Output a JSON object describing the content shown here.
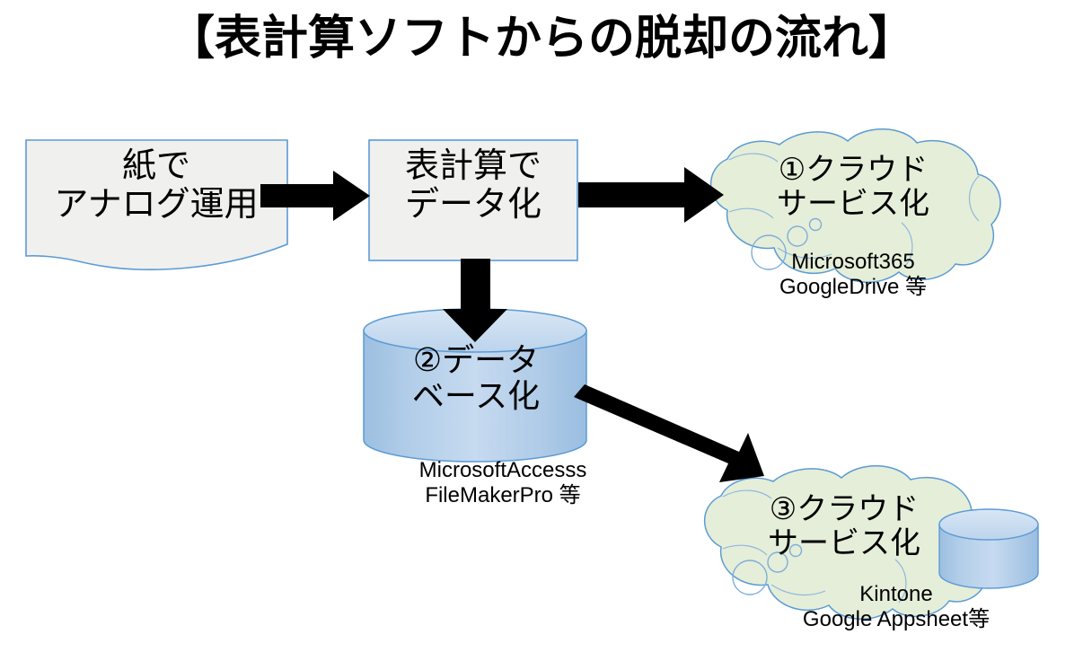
{
  "page": {
    "title": "【表計算ソフトからの脱却の流れ】",
    "background_color": "#ffffff"
  },
  "colors": {
    "shape_outline_blue": "#5b9bd5",
    "shape_fill_gray": "#f0f0ee",
    "cloud_fill_green": "#e5eed8",
    "cylinder_blue_dark": "#9ebfe0",
    "cylinder_blue_light": "#cfe0f2",
    "arrow_black": "#000000",
    "text_black": "#000000"
  },
  "nodes": {
    "paper": {
      "shape": "document",
      "line1": "紙で",
      "line2": "アナログ運用"
    },
    "spreadsheet": {
      "shape": "rectangle",
      "line1": "表計算で",
      "line2": "データ化"
    },
    "cloud1": {
      "shape": "cloud",
      "line1": "①クラウド",
      "line2": "サービス化",
      "sub_line1": "Microsoft365",
      "sub_line2": "GoogleDrive 等"
    },
    "database": {
      "shape": "cylinder",
      "line1": "②データ",
      "line2": "ベース化",
      "sub_line1": "MicrosoftAccesss",
      "sub_line2": "FileMakerPro 等"
    },
    "cloud3": {
      "shape": "cloud",
      "line1": "③クラウド",
      "line2": "サービス化",
      "sub_line1": "Kintone",
      "sub_line2": "Google Appsheet等"
    },
    "cloud3_cylinder": {
      "shape": "cylinder"
    }
  },
  "connectors": [
    {
      "name": "paper-to-spreadsheet",
      "from": "paper",
      "to": "spreadsheet",
      "direction": "right",
      "style": "block-arrow"
    },
    {
      "name": "spreadsheet-to-cloud1",
      "from": "spreadsheet",
      "to": "cloud1",
      "direction": "right",
      "style": "block-arrow"
    },
    {
      "name": "spreadsheet-to-database",
      "from": "spreadsheet",
      "to": "database",
      "direction": "down",
      "style": "block-arrow"
    },
    {
      "name": "database-to-cloud3",
      "from": "database",
      "to": "cloud3",
      "direction": "down-right",
      "style": "block-arrow"
    }
  ]
}
